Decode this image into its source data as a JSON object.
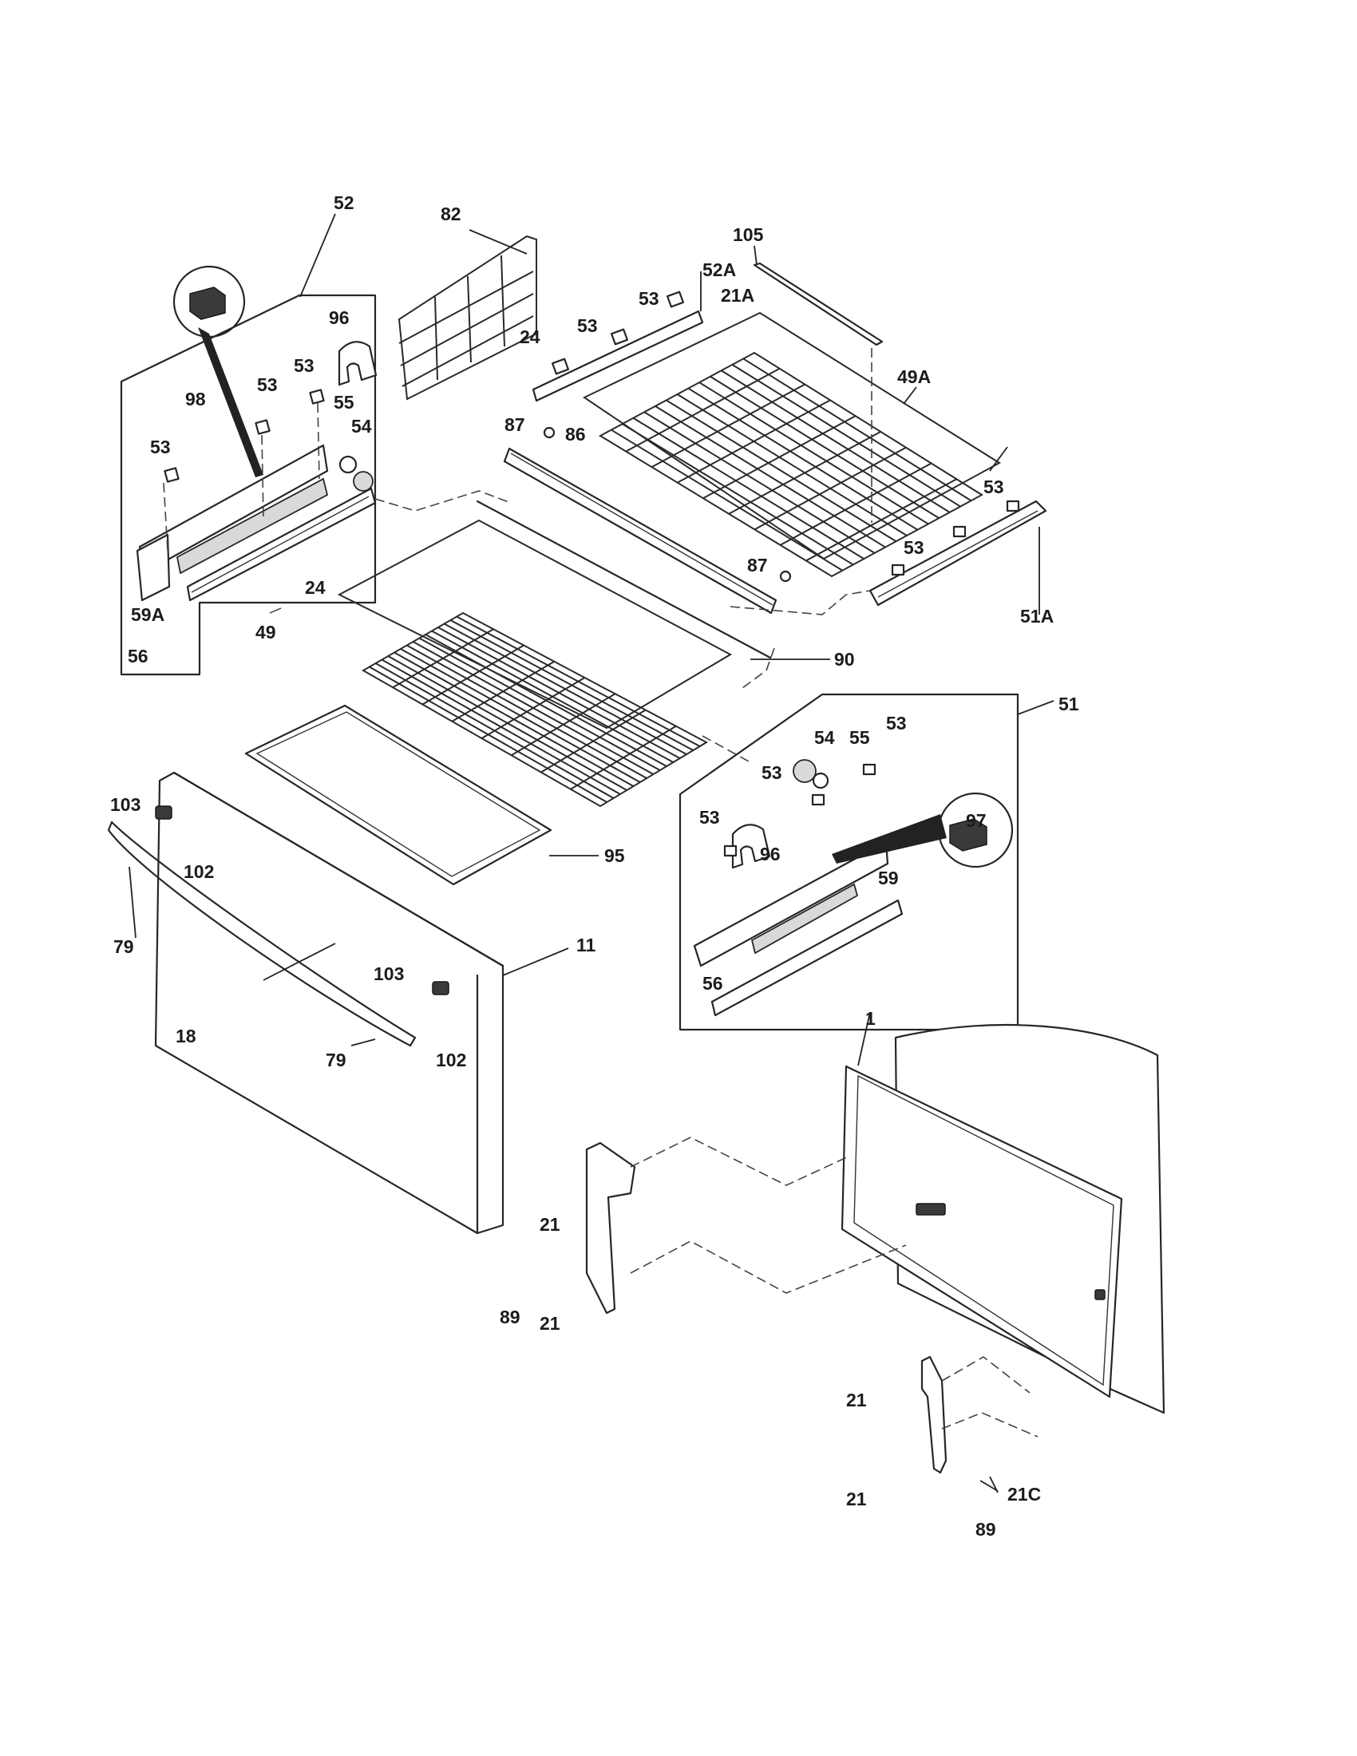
{
  "diagram": {
    "callouts": [
      {
        "id": "c-52",
        "text": "52"
      },
      {
        "id": "c-82",
        "text": "82"
      },
      {
        "id": "c-105",
        "text": "105"
      },
      {
        "id": "c-52a",
        "text": "52A"
      },
      {
        "id": "c-21a",
        "text": "21A"
      },
      {
        "id": "c-53-a",
        "text": "53"
      },
      {
        "id": "c-53-b",
        "text": "53"
      },
      {
        "id": "c-24-a",
        "text": "24"
      },
      {
        "id": "c-96-a",
        "text": "96"
      },
      {
        "id": "c-53-c",
        "text": "53"
      },
      {
        "id": "c-53-d",
        "text": "53"
      },
      {
        "id": "c-98",
        "text": "98"
      },
      {
        "id": "c-55-a",
        "text": "55"
      },
      {
        "id": "c-54-a",
        "text": "54"
      },
      {
        "id": "c-53-e",
        "text": "53"
      },
      {
        "id": "c-49a",
        "text": "49A"
      },
      {
        "id": "c-87-a",
        "text": "87"
      },
      {
        "id": "c-86",
        "text": "86"
      },
      {
        "id": "c-53-f",
        "text": "53"
      },
      {
        "id": "c-53-g",
        "text": "53"
      },
      {
        "id": "c-87-b",
        "text": "87"
      },
      {
        "id": "c-51a",
        "text": "51A"
      },
      {
        "id": "c-24-b",
        "text": "24"
      },
      {
        "id": "c-59a",
        "text": "59A"
      },
      {
        "id": "c-49",
        "text": "49"
      },
      {
        "id": "c-56-a",
        "text": "56"
      },
      {
        "id": "c-90",
        "text": "90"
      },
      {
        "id": "c-51",
        "text": "51"
      },
      {
        "id": "c-53-h",
        "text": "53"
      },
      {
        "id": "c-54-b",
        "text": "54"
      },
      {
        "id": "c-55-b",
        "text": "55"
      },
      {
        "id": "c-53-i",
        "text": "53"
      },
      {
        "id": "c-53-j",
        "text": "53"
      },
      {
        "id": "c-96-b",
        "text": "96"
      },
      {
        "id": "c-97",
        "text": "97"
      },
      {
        "id": "c-59",
        "text": "59"
      },
      {
        "id": "c-56-b",
        "text": "56"
      },
      {
        "id": "c-103-a",
        "text": "103"
      },
      {
        "id": "c-102-a",
        "text": "102"
      },
      {
        "id": "c-95",
        "text": "95"
      },
      {
        "id": "c-79-a",
        "text": "79"
      },
      {
        "id": "c-11",
        "text": "11"
      },
      {
        "id": "c-103-b",
        "text": "103"
      },
      {
        "id": "c-18",
        "text": "18"
      },
      {
        "id": "c-79-b",
        "text": "79"
      },
      {
        "id": "c-102-b",
        "text": "102"
      },
      {
        "id": "c-1",
        "text": "1"
      },
      {
        "id": "c-21-a",
        "text": "21"
      },
      {
        "id": "c-89-a",
        "text": "89"
      },
      {
        "id": "c-21-b",
        "text": "21"
      },
      {
        "id": "c-21-c",
        "text": "21"
      },
      {
        "id": "c-21-d",
        "text": "21"
      },
      {
        "id": "c-21c",
        "text": "21C"
      },
      {
        "id": "c-89-b",
        "text": "89"
      }
    ]
  }
}
